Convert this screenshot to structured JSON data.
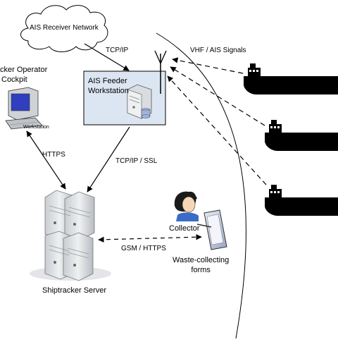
{
  "nodes": {
    "cloud": {
      "label": "AIS Receiver Network"
    },
    "feeder": {
      "label_line1": "AIS Feeder",
      "label_line2": "Workstation"
    },
    "operator": {
      "label_line1": "cker Operator",
      "label_line2": "Cockpit",
      "monitor_label": "Workstation"
    },
    "server": {
      "label": "Shiptracker Server"
    },
    "collector": {
      "label": "Collector"
    },
    "forms": {
      "label_line1": "Waste-collecting",
      "label_line2": "forms"
    }
  },
  "edges": {
    "tcpip": "TCP/IP",
    "vhf": "VHF / AIS Signals",
    "https": "HTTPS",
    "tcpip_ssl": "TCP/IP / SSL",
    "gsm": "GSM / HTTPS"
  },
  "colors": {
    "ship": "#000000",
    "feeder_box": "#dce6f2",
    "server": "#dde1e4",
    "screen": "#2f3fbf",
    "skin": "#f5d7b5"
  }
}
